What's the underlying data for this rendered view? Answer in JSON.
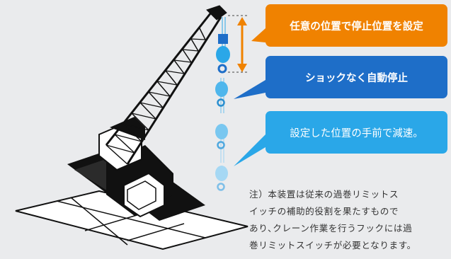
{
  "callouts": [
    {
      "text": "任意の位置で停止位置を設定",
      "color": "#f08200"
    },
    {
      "text": "ショックなく自動停止",
      "color": "#1e6ec8"
    },
    {
      "text": "設定した位置の手前で減速。",
      "color": "#2aa7e8"
    }
  ],
  "note": {
    "lines": [
      "注）本装置は従来の過巻リミットス",
      "イッチの補助的役割を果たすもので",
      "あり､クレーン作業を行うフックには過",
      "巻リミットスイッチが必要となります。"
    ]
  },
  "colors": {
    "background": "#eaebed",
    "arrow": "#f08200",
    "hook_primary": "#2aa7e8",
    "hook_faded": "#9fd3f2"
  }
}
